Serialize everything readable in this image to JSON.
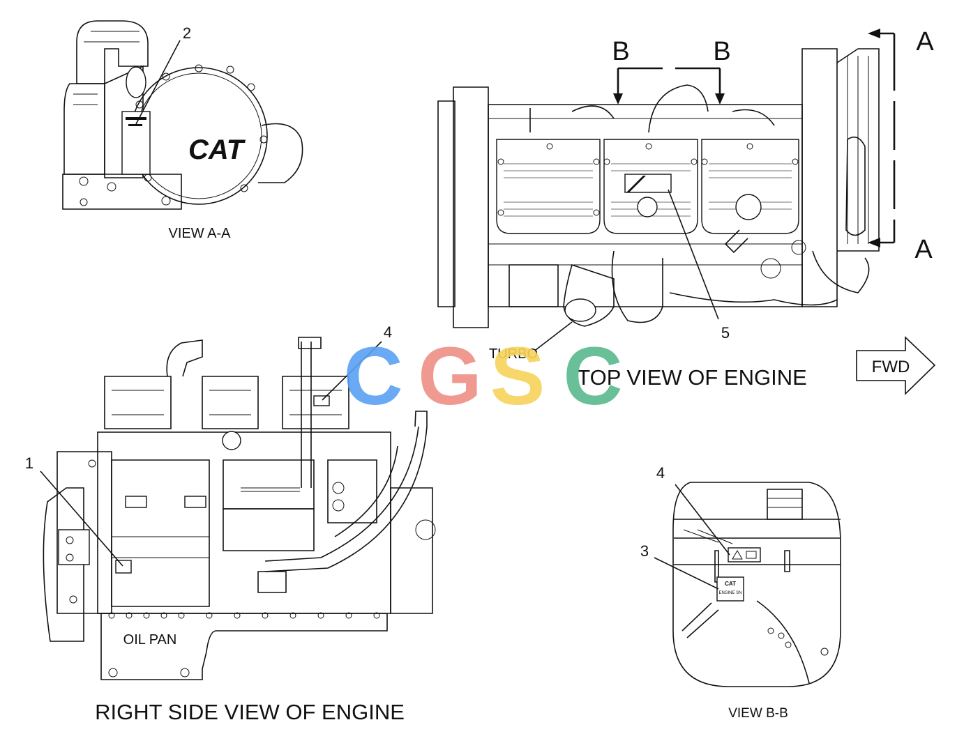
{
  "labels": {
    "view_aa": "VIEW A-A",
    "view_bb": "VIEW B-B",
    "top_view": "TOP VIEW OF ENGINE",
    "right_side_view": "RIGHT SIDE VIEW OF ENGINE",
    "oil_pan": "OIL PAN",
    "turbo": "TURBO",
    "fwd": "FWD",
    "section_a_top": "A",
    "section_a_bottom": "A",
    "section_b_left": "B",
    "section_b_right": "B"
  },
  "callouts": {
    "c1": "1",
    "c2": "2",
    "c3": "3",
    "c4_side": "4",
    "c4_bb": "4",
    "c5": "5"
  },
  "logos": {
    "cat_cover": "CAT",
    "cat_plate": "CAT",
    "plate_line2": "ENGINE SN"
  },
  "watermark": {
    "letters": [
      "C",
      "G",
      "S",
      "C"
    ],
    "colors": [
      "#5aa0f2",
      "#ef8f86",
      "#f7d35a",
      "#58b98d"
    ]
  },
  "colors": {
    "ink": "#111111",
    "background": "#ffffff"
  }
}
